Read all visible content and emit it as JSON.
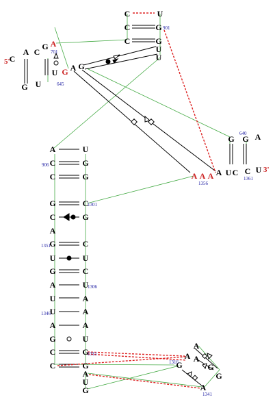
{
  "colors": {
    "base": "#000000",
    "highlight": "#cc2222",
    "number": "#1a1aa0",
    "green": "#44aa44",
    "red": "#dd2222"
  },
  "strand_labels": {
    "five_prime": "5'",
    "three_prime": "3'"
  },
  "nucleotides": [
    {
      "id": "c1",
      "t": "C"
    },
    {
      "id": "u1",
      "t": "U"
    },
    {
      "id": "c2",
      "t": "C"
    },
    {
      "id": "g901",
      "t": "G"
    },
    {
      "id": "c3",
      "t": "C"
    },
    {
      "id": "g3",
      "t": "G"
    },
    {
      "id": "u4",
      "t": "U"
    },
    {
      "id": "u5",
      "t": "U"
    },
    {
      "id": "a701",
      "t": "A",
      "hl": true
    },
    {
      "id": "g_l1",
      "t": "G"
    },
    {
      "id": "c_l1",
      "t": "C"
    },
    {
      "id": "a_l1",
      "t": "A"
    },
    {
      "id": "c_l2",
      "t": "C"
    },
    {
      "id": "u_l1",
      "t": "U"
    },
    {
      "id": "g_l2",
      "t": "G"
    },
    {
      "id": "u645",
      "t": "U"
    },
    {
      "id": "g_red",
      "t": "G",
      "hl": true
    },
    {
      "id": "a_m",
      "t": "A"
    },
    {
      "id": "g_m",
      "t": "G"
    },
    {
      "id": "g640",
      "t": "G"
    },
    {
      "id": "g_r2",
      "t": "G"
    },
    {
      "id": "a_r",
      "t": "A"
    },
    {
      "id": "a1356a",
      "t": "A",
      "hl": true
    },
    {
      "id": "a1356b",
      "t": "A",
      "hl": true
    },
    {
      "id": "a1356c",
      "t": "A",
      "hl": true
    },
    {
      "id": "a_b",
      "t": "A"
    },
    {
      "id": "u_b",
      "t": "U"
    },
    {
      "id": "c_b1",
      "t": "C"
    },
    {
      "id": "c_b2",
      "t": "C"
    },
    {
      "id": "u_b2",
      "t": "U"
    },
    {
      "id": "a_s1",
      "t": "A"
    },
    {
      "id": "u_s1",
      "t": "U"
    },
    {
      "id": "c906",
      "t": "C"
    },
    {
      "id": "g_s1",
      "t": "G"
    },
    {
      "id": "c_s2",
      "t": "C"
    },
    {
      "id": "g_s2",
      "t": "G"
    },
    {
      "id": "g_h1",
      "t": "G"
    },
    {
      "id": "c1301",
      "t": "C"
    },
    {
      "id": "c_h2",
      "t": "C"
    },
    {
      "id": "g_h2",
      "t": "G"
    },
    {
      "id": "a_h3",
      "t": "A"
    },
    {
      "id": "g1351",
      "t": "G"
    },
    {
      "id": "c_h4",
      "t": "C"
    },
    {
      "id": "u_h5",
      "t": "U"
    },
    {
      "id": "u_h5b",
      "t": "U"
    },
    {
      "id": "g_h6",
      "t": "G"
    },
    {
      "id": "c_h6",
      "t": "C"
    },
    {
      "id": "a_h7",
      "t": "A"
    },
    {
      "id": "u1306",
      "t": "U"
    },
    {
      "id": "u_h8",
      "t": "U"
    },
    {
      "id": "a_h8",
      "t": "A"
    },
    {
      "id": "u1346",
      "t": "U"
    },
    {
      "id": "a_h9",
      "t": "A"
    },
    {
      "id": "a_h10",
      "t": "A"
    },
    {
      "id": "a_h10b",
      "t": "A"
    },
    {
      "id": "g_h11",
      "t": "G"
    },
    {
      "id": "u_h11",
      "t": "U"
    },
    {
      "id": "c_h12",
      "t": "C"
    },
    {
      "id": "g1311",
      "t": "G"
    },
    {
      "id": "c_h13",
      "t": "C"
    },
    {
      "id": "g_h13",
      "t": "G"
    },
    {
      "id": "a_t1",
      "t": "A"
    },
    {
      "id": "u_t1",
      "t": "U"
    },
    {
      "id": "g_t1",
      "t": "G"
    },
    {
      "id": "a_k1",
      "t": "A"
    },
    {
      "id": "a_k2",
      "t": "A"
    },
    {
      "id": "a_k3",
      "t": "A"
    },
    {
      "id": "g1316",
      "t": "G"
    },
    {
      "id": "g_k2",
      "t": "G"
    },
    {
      "id": "g_k3",
      "t": "G"
    },
    {
      "id": "a1341",
      "t": "A"
    }
  ],
  "numbers": [
    {
      "id": "n901",
      "t": "901"
    },
    {
      "id": "n701",
      "t": "701"
    },
    {
      "id": "n645",
      "t": "645"
    },
    {
      "id": "n640",
      "t": "640"
    },
    {
      "id": "n1356",
      "t": "1356"
    },
    {
      "id": "n1361",
      "t": "1361"
    },
    {
      "id": "n906",
      "t": "906"
    },
    {
      "id": "n1301",
      "t": "1301"
    },
    {
      "id": "n1351",
      "t": "1351"
    },
    {
      "id": "n1306",
      "t": "1306"
    },
    {
      "id": "n1346",
      "t": "1346"
    },
    {
      "id": "n1311",
      "t": "1311"
    },
    {
      "id": "n1316",
      "t": "1316"
    },
    {
      "id": "n1341",
      "t": "1341"
    }
  ]
}
